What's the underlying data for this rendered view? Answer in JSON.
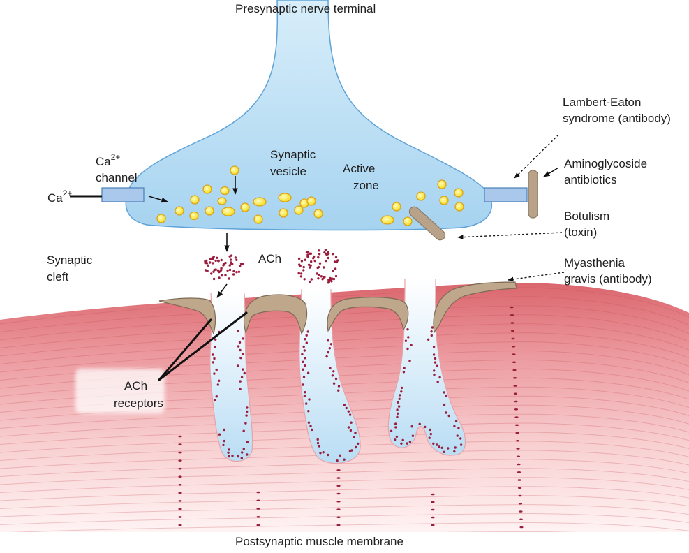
{
  "labels": {
    "presynaptic_terminal": "Presynaptic nerve terminal",
    "ca_channel": {
      "symbol": "Ca",
      "charge": "2+",
      "word": "channel"
    },
    "ca_ion": {
      "symbol": "Ca",
      "charge": "2+"
    },
    "synaptic_vesicle": [
      "Synaptic",
      "vesicle"
    ],
    "active_zone": [
      "Active",
      "zone"
    ],
    "lambert_eaton": [
      "Lambert-Eaton",
      "syndrome (antibody)"
    ],
    "aminoglycoside": [
      "Aminoglycoside",
      "antibiotics"
    ],
    "botulism": [
      "Botulism",
      "(toxin)"
    ],
    "synaptic_cleft": [
      "Synaptic",
      "cleft"
    ],
    "ach": "ACh",
    "myasthenia_gravis": [
      "Myasthenia",
      "gravis (antibody)"
    ],
    "ach_receptors": [
      "ACh",
      "receptors"
    ],
    "postsynaptic_membrane": "Postsynaptic muscle membrane"
  },
  "colors": {
    "terminal_fill_top": "#d8eefa",
    "terminal_fill_bottom": "#a6d3f0",
    "terminal_outline": "#5fa3d8",
    "vesicle_fill": "#f5df1e",
    "vesicle_outline": "#dca21a",
    "ach_dots": "#9b1d3d",
    "receptor_fill": "#bfa78c",
    "receptor_outline": "#7d6a55",
    "muscle_top": "#da666d",
    "muscle_bottom": "#fff3f3",
    "fold_fill": "#b9ddf4",
    "channel_fill": "#a9c8ec"
  }
}
